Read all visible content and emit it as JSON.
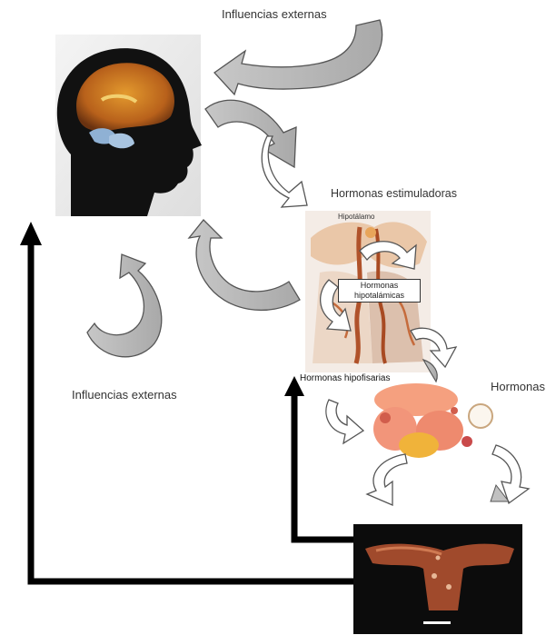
{
  "labels": {
    "external_influences_top": "Influencias externas",
    "stimulating_hormones": "Hormonas estimuladoras",
    "external_influences_left": "Influencias externas",
    "pituitary_hormones": "Hormonas hipofisarias",
    "hormones": "Hormonas",
    "hypothalamus_small": "Hipotálamo",
    "hypothalamic_hormones_line1": "Hormonas",
    "hypothalamic_hormones_line2": "hipotalámicas"
  }
}
